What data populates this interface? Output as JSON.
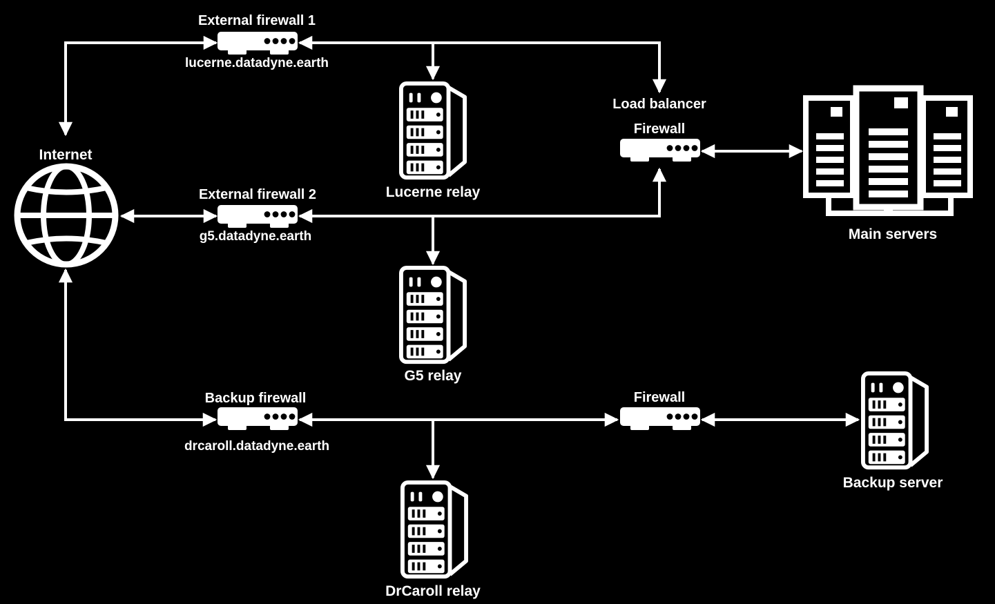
{
  "diagram": {
    "colors": {
      "background": "#000000",
      "foreground": "#ffffff"
    },
    "nodes": {
      "internet": {
        "label": "Internet",
        "icon": "globe-icon"
      },
      "external_firewall_1": {
        "label": "External firewall 1",
        "hostname": "lucerne.datadyne.earth",
        "icon": "firewall-icon"
      },
      "external_firewall_2": {
        "label": "External firewall 2",
        "hostname": "g5.datadyne.earth",
        "icon": "firewall-icon"
      },
      "backup_firewall": {
        "label": "Backup firewall",
        "hostname": "drcaroll.datadyne.earth",
        "icon": "firewall-icon"
      },
      "load_balancer_firewall": {
        "label_line1": "Load balancer",
        "label_line2": "Firewall",
        "icon": "firewall-icon"
      },
      "firewall": {
        "label": "Firewall",
        "icon": "firewall-icon"
      },
      "lucerne_relay": {
        "label": "Lucerne relay",
        "icon": "server-tower-icon"
      },
      "g5_relay": {
        "label": "G5 relay",
        "icon": "server-tower-icon"
      },
      "drcaroll_relay": {
        "label": "DrCaroll relay",
        "icon": "server-tower-icon"
      },
      "backup_server": {
        "label": "Backup server",
        "icon": "server-tower-icon"
      },
      "main_servers": {
        "label": "Main servers",
        "icon": "server-rack-group-icon"
      }
    },
    "connections": [
      {
        "from": "internet",
        "to": "external_firewall_1",
        "direction": "both"
      },
      {
        "from": "external_firewall_1",
        "to": "lucerne_relay",
        "direction": "to"
      },
      {
        "from": "external_firewall_1",
        "to": "load_balancer_firewall",
        "direction": "both"
      },
      {
        "from": "load_balancer_firewall",
        "to": "main_servers",
        "direction": "both"
      },
      {
        "from": "external_firewall_2",
        "to": "load_balancer_firewall",
        "direction": "both"
      },
      {
        "from": "external_firewall_2",
        "to": "g5_relay",
        "direction": "to"
      },
      {
        "from": "internet",
        "to": "external_firewall_2",
        "direction": "both"
      },
      {
        "from": "internet",
        "to": "backup_firewall",
        "direction": "both"
      },
      {
        "from": "backup_firewall",
        "to": "firewall",
        "direction": "both"
      },
      {
        "from": "backup_firewall",
        "to": "drcaroll_relay",
        "direction": "to"
      },
      {
        "from": "firewall",
        "to": "backup_server",
        "direction": "both"
      }
    ]
  }
}
